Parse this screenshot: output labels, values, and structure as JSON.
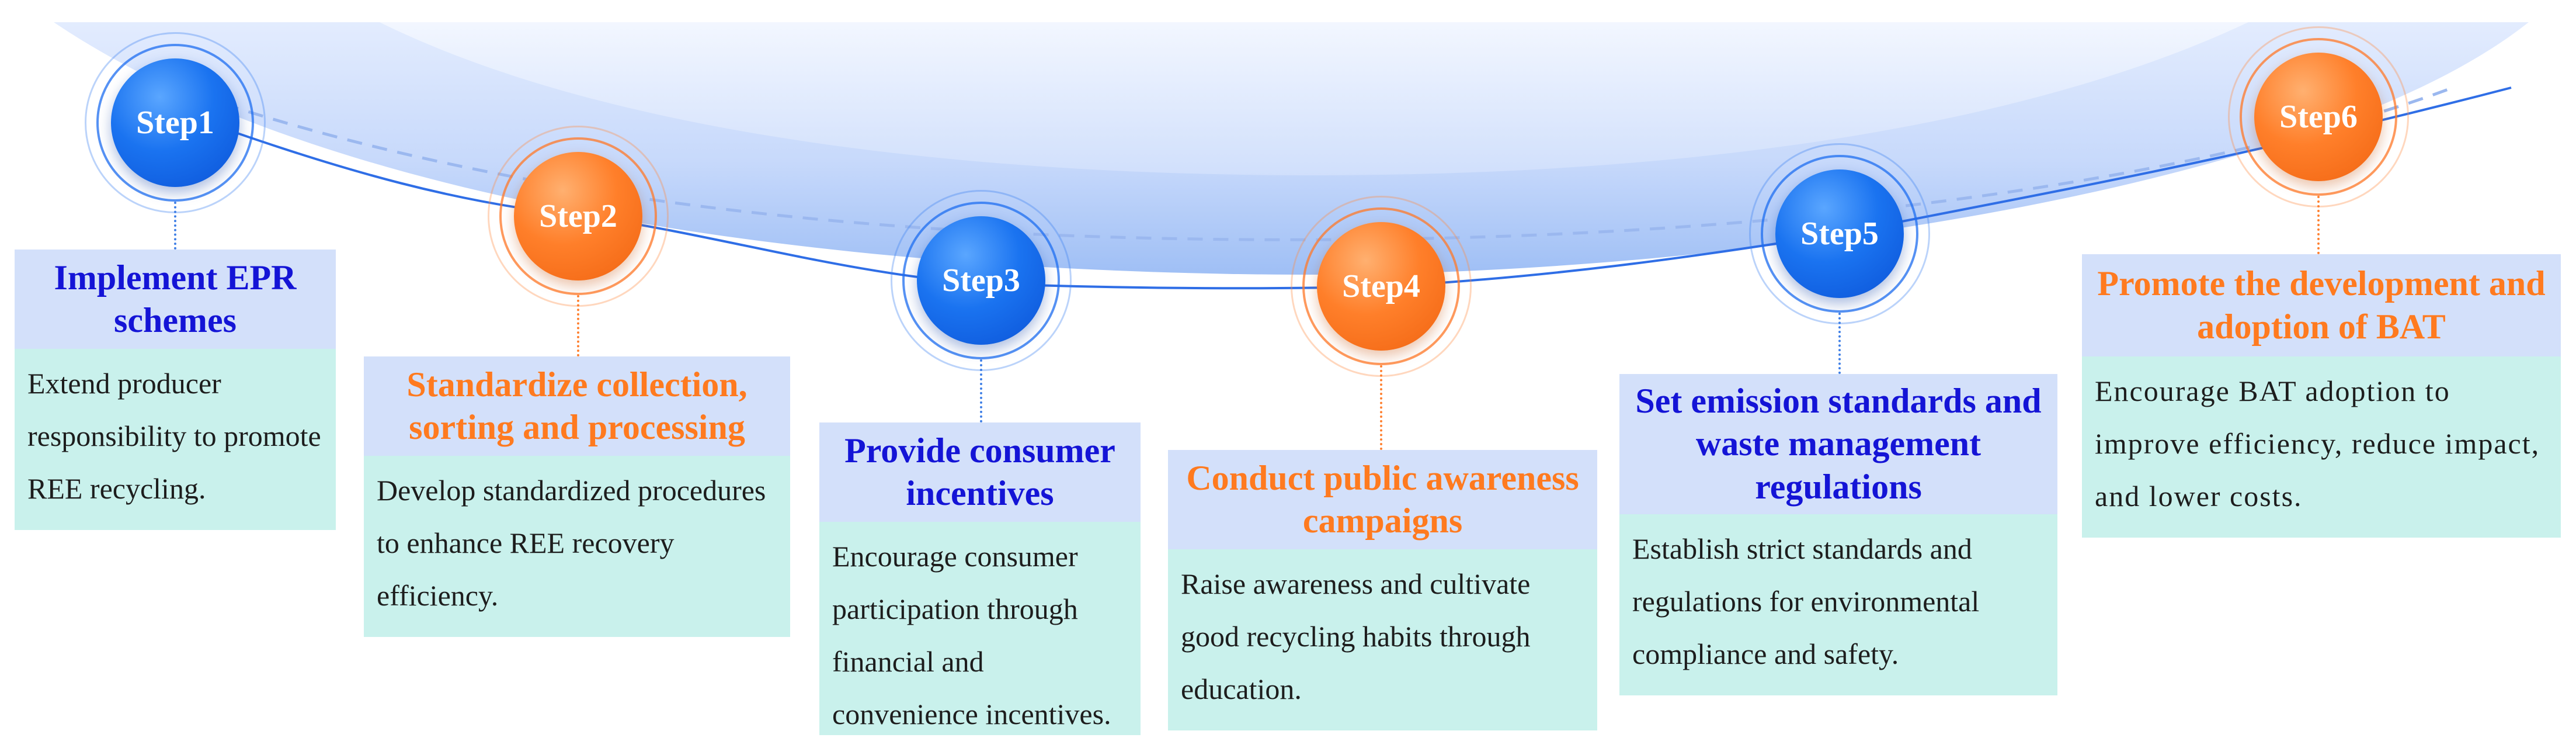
{
  "steps": [
    {
      "badge": "Step1",
      "color": "blue",
      "title": "Implement EPR schemes",
      "description": "Extend producer responsibility to promote REE recycling."
    },
    {
      "badge": "Step2",
      "color": "orange",
      "title": "Standardize collection, sorting and processing",
      "description": "Develop standardized procedures to enhance REE recovery efficiency."
    },
    {
      "badge": "Step3",
      "color": "blue",
      "title": "Provide consumer incentives",
      "description": "Encourage consumer participation through financial and convenience incentives."
    },
    {
      "badge": "Step4",
      "color": "orange",
      "title": "Conduct public awareness campaigns",
      "description": "Raise awareness and cultivate good recycling habits through education."
    },
    {
      "badge": "Step5",
      "color": "blue",
      "title": "Set emission standards and waste management regulations",
      "description": "Establish strict standards and regulations for environmental compliance and safety."
    },
    {
      "badge": "Step6",
      "color": "orange",
      "title": "Promote the development and adoption of BAT",
      "description": "Encourage BAT adoption to improve efficiency, reduce impact, and lower costs."
    }
  ],
  "colors": {
    "blue_accent": "#1a73f0",
    "orange_accent": "#ff7f2a",
    "title_blue_text": "#1414d6",
    "title_orange_text": "#ff7a1f",
    "title_background": "#d3e0fa",
    "body_background": "#c9f1ec",
    "arc_band": "#c4d7fb"
  }
}
